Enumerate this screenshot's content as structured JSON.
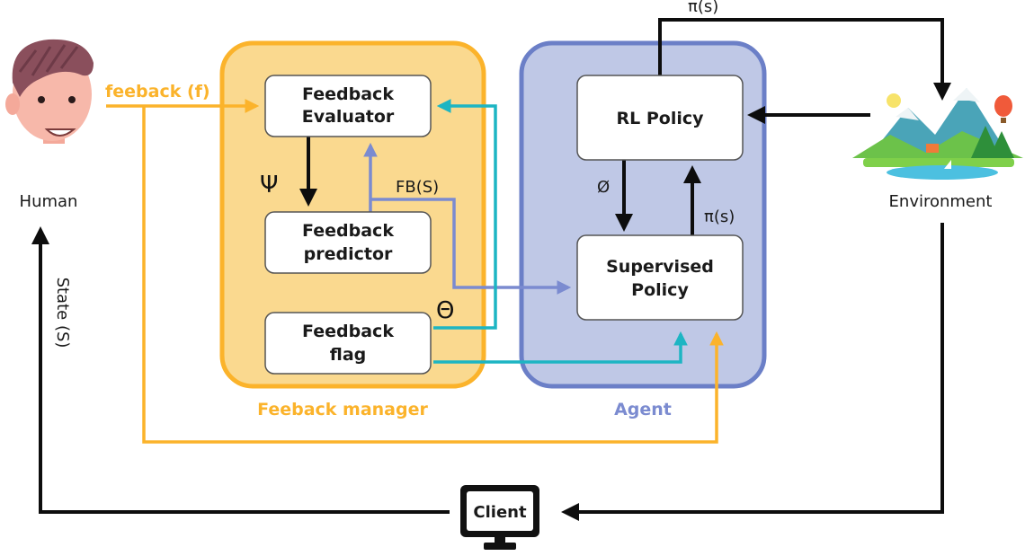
{
  "colors": {
    "manager_fill": "#fad98f",
    "manager_border": "#fbb32b",
    "agent_fill": "#bfc8e6",
    "agent_border": "#6b7fc7",
    "arrow_black": "#0d0d0d",
    "arrow_orange": "#fbb32b",
    "arrow_teal": "#1db5c3",
    "arrow_blue": "#7b8bd0",
    "box_fill": "#ffffff",
    "box_border": "#555555"
  },
  "groups": {
    "manager": {
      "label": "Feeback manager"
    },
    "agent": {
      "label": "Agent"
    }
  },
  "boxes": {
    "feedback_evaluator": [
      "Feedback",
      "Evaluator"
    ],
    "feedback_predictor": [
      "Feedback",
      "predictor"
    ],
    "feedback_flag": [
      "Feedback",
      "flag"
    ],
    "rl_policy": [
      "RL Policy"
    ],
    "supervised_policy": [
      "Supervised",
      "Policy"
    ]
  },
  "actors": {
    "human": {
      "label": "Human",
      "icon": "human-face-icon"
    },
    "environment": {
      "label": "Environment",
      "icon": "landscape-icon"
    },
    "client": {
      "label": "Client",
      "icon": "monitor-icon"
    }
  },
  "edge_labels": {
    "feedback": "feeback (f)",
    "psi": "Ψ",
    "fb_s": "FB(S)",
    "theta": "Θ",
    "phi": "Ø",
    "pi_top": "π(s)",
    "pi_agent": "π(s)",
    "state": "State (S)"
  }
}
